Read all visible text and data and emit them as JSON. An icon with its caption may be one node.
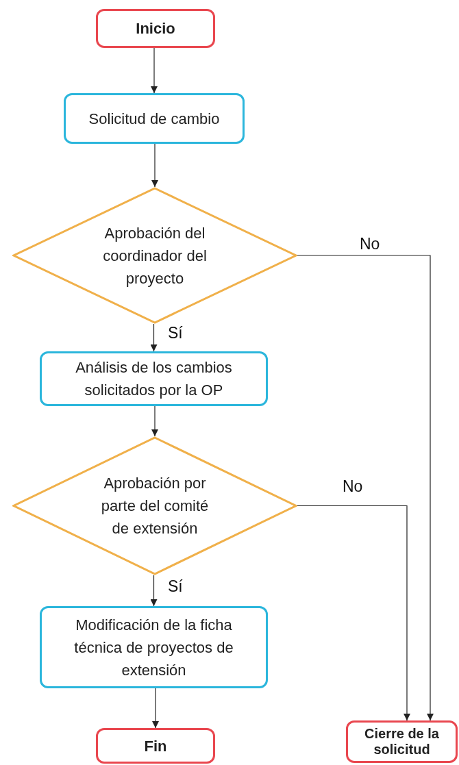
{
  "diagram": {
    "nodes": [
      {
        "text": [
          "Inicio"
        ]
      },
      {
        "text": [
          "Solicitud de cambio"
        ]
      },
      {
        "text": [
          "Aprobación del coordinador del proyecto"
        ]
      },
      {
        "text": [
          "Análisis de los cambios solicitados por la OP"
        ]
      },
      {
        "text": [
          "Aprobación por parte del comité de extensión"
        ]
      },
      {
        "text": [
          "Modificación de la ficha técnica de proyectos de extensión"
        ]
      },
      {
        "text": [
          "Fin"
        ]
      },
      {
        "text": [
          "Cierre de la solicitud"
        ]
      }
    ],
    "edges": [
      {
        "from": 0,
        "to": 1,
        "arrow": "to"
      },
      {
        "from": 1,
        "to": 2,
        "arrow": "to"
      },
      {
        "from": 2,
        "to": 3,
        "arrow": "to",
        "label": "Sí"
      },
      {
        "from": 3,
        "to": 4,
        "arrow": "to"
      },
      {
        "from": 4,
        "to": 5,
        "arrow": "to",
        "label": "Sí"
      },
      {
        "from": 5,
        "to": 6,
        "arrow": "to"
      },
      {
        "from": 2,
        "to": 7,
        "arrow": "to",
        "label": "No"
      },
      {
        "from": 4,
        "to": 7,
        "arrow": "to",
        "label": "No"
      }
    ]
  }
}
